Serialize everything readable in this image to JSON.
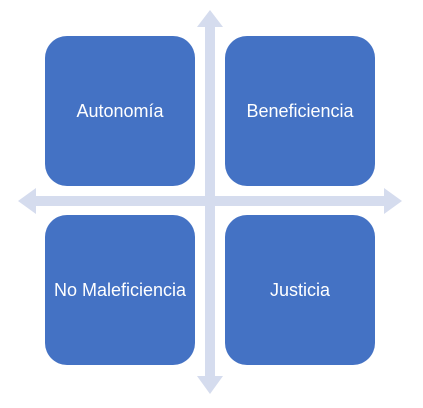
{
  "quadrants": {
    "top_left": {
      "label": "Autonomía"
    },
    "top_right": {
      "label": "Beneficiencia"
    },
    "bottom_left": {
      "label": "No Maleficiencia"
    },
    "bottom_right": {
      "label": "Justicia"
    }
  },
  "colors": {
    "box_fill": "#4472c4",
    "box_text": "#ffffff",
    "axis_arrows": "#d5dcee"
  }
}
